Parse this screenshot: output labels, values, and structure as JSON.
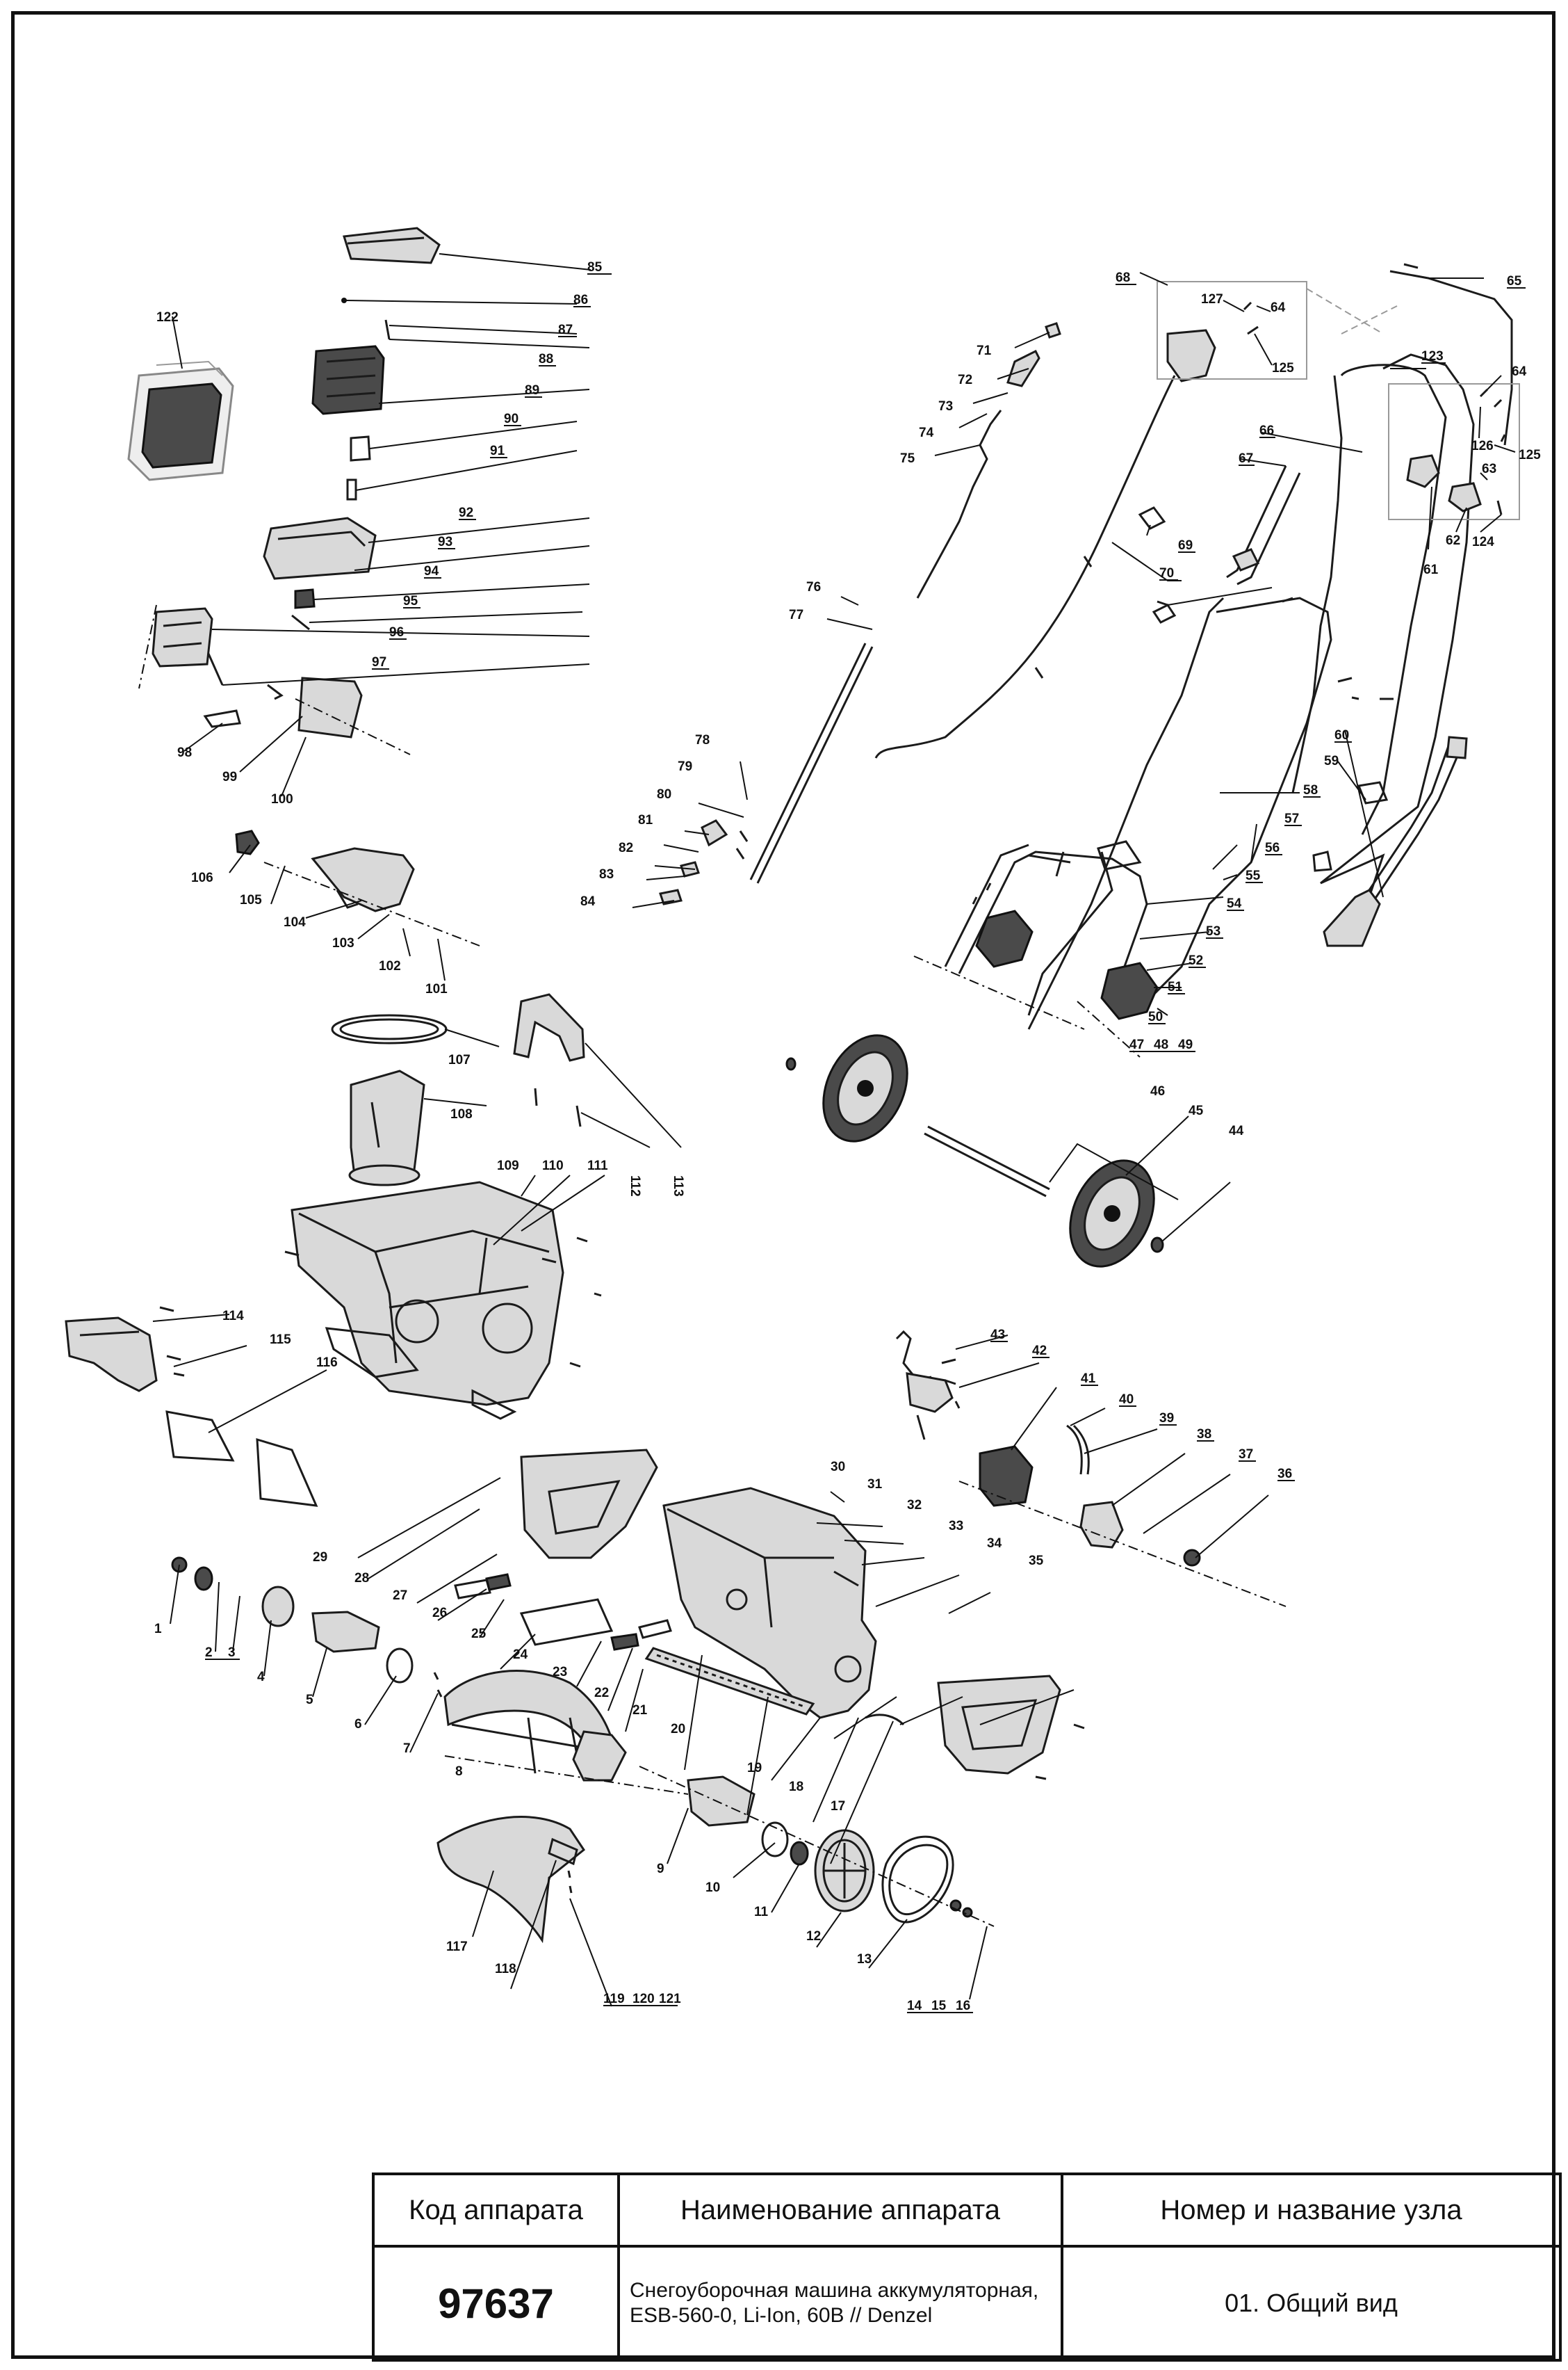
{
  "title_block": {
    "col_code_header": "Код аппарата",
    "col_name_header": "Наименование аппарата",
    "col_node_header": "Номер и название узла",
    "code": "97637",
    "name": "Снегоуборочная машина аккумуляторная, ESB-560-0, Li-Ion, 60В // Denzel",
    "node": "01. Общий вид"
  },
  "part_numbers": [
    "1",
    "2",
    "3",
    "4",
    "5",
    "6",
    "7",
    "8",
    "9",
    "10",
    "11",
    "12",
    "13",
    "14",
    "15",
    "16",
    "17",
    "18",
    "19",
    "20",
    "21",
    "22",
    "23",
    "24",
    "25",
    "26",
    "27",
    "28",
    "29",
    "30",
    "31",
    "32",
    "33",
    "34",
    "35",
    "36",
    "37",
    "38",
    "39",
    "40",
    "41",
    "42",
    "43",
    "44",
    "45",
    "46",
    "47",
    "48",
    "49",
    "50",
    "51",
    "52",
    "53",
    "54",
    "55",
    "56",
    "57",
    "58",
    "59",
    "60",
    "61",
    "62",
    "63",
    "64",
    "65",
    "66",
    "67",
    "68",
    "69",
    "70",
    "71",
    "72",
    "73",
    "74",
    "75",
    "76",
    "77",
    "78",
    "79",
    "80",
    "81",
    "82",
    "83",
    "84",
    "85",
    "86",
    "87",
    "88",
    "89",
    "90",
    "91",
    "92",
    "93",
    "94",
    "95",
    "96",
    "97",
    "98",
    "99",
    "100",
    "101",
    "102",
    "103",
    "104",
    "105",
    "106",
    "107",
    "108",
    "109",
    "110",
    "111",
    "112",
    "113",
    "114",
    "115",
    "116",
    "117",
    "118",
    "119",
    "120",
    "121",
    "122",
    "123",
    "124",
    "125",
    "126",
    "127"
  ],
  "labels": {
    "l1": "1",
    "l2": "2",
    "l3": "3",
    "l4": "4",
    "l5": "5",
    "l6": "6",
    "l7": "7",
    "l8": "8",
    "l9": "9",
    "l10": "10",
    "l11": "11",
    "l12": "12",
    "l13": "13",
    "l14": "14",
    "l15": "15",
    "l16": "16",
    "l17": "17",
    "l18": "18",
    "l19": "19",
    "l20": "20",
    "l21": "21",
    "l22": "22",
    "l23": "23",
    "l24": "24",
    "l25": "25",
    "l26": "26",
    "l27": "27",
    "l28": "28",
    "l29": "29",
    "l30": "30",
    "l31": "31",
    "l32": "32",
    "l33": "33",
    "l34": "34",
    "l35": "35",
    "l36": "36",
    "l37": "37",
    "l38": "38",
    "l39": "39",
    "l40": "40",
    "l41": "41",
    "l42": "42",
    "l43": "43",
    "l44": "44",
    "l45": "45",
    "l46": "46",
    "l47": "47",
    "l48": "48",
    "l49": "49",
    "l50": "50",
    "l51": "51",
    "l52": "52",
    "l53": "53",
    "l54": "54",
    "l55": "55",
    "l56": "56",
    "l57": "57",
    "l58": "58",
    "l59": "59",
    "l60": "60",
    "l61": "61",
    "l62": "62",
    "l63": "63",
    "l64": "64",
    "l64b": "64",
    "l65": "65",
    "l66": "66",
    "l67": "67",
    "l68": "68",
    "l69": "69",
    "l70": "70",
    "l71": "71",
    "l72": "72",
    "l73": "73",
    "l74": "74",
    "l75": "75",
    "l76": "76",
    "l77": "77",
    "l78": "78",
    "l79": "79",
    "l80": "80",
    "l81": "81",
    "l82": "82",
    "l83": "83",
    "l84": "84",
    "l85": "85",
    "l86": "86",
    "l87": "87",
    "l88": "88",
    "l89": "89",
    "l90": "90",
    "l91": "91",
    "l92": "92",
    "l93": "93",
    "l94": "94",
    "l95": "95",
    "l96": "96",
    "l97": "97",
    "l98": "98",
    "l99": "99",
    "l100": "100",
    "l101": "101",
    "l102": "102",
    "l103": "103",
    "l104": "104",
    "l105": "105",
    "l106": "106",
    "l107": "107",
    "l108": "108",
    "l109": "109",
    "l110": "110",
    "l111": "111",
    "l112": "112",
    "l113": "113",
    "l114": "114",
    "l115": "115",
    "l116": "116",
    "l117": "117",
    "l118": "118",
    "l119": "119",
    "l120": "120",
    "l121": "121",
    "l122": "122",
    "l123": "123",
    "l124": "124",
    "l125": "125",
    "l125b": "125",
    "l126": "126",
    "l127": "127"
  }
}
